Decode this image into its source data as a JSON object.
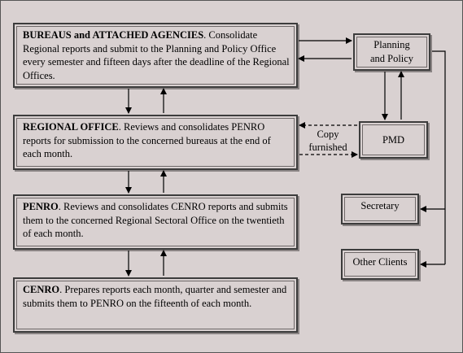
{
  "boxes": {
    "bureaus": {
      "title": "BUREAUS and ATTACHED AGENCIES",
      "text": ". Consolidate Regional reports and submit to the Planning and Policy Office every semester and fifteen days after the deadline of the Regional Offices."
    },
    "regional": {
      "title": "REGIONAL OFFICE",
      "text": ". Reviews and consolidates PENRO reports for submission to the concerned bureaus at the end of each month."
    },
    "penro": {
      "title": "PENRO",
      "text": ". Reviews and consolidates CENRO reports and submits them to the concerned Regional Sectoral Office on the twentieth of each month."
    },
    "cenro": {
      "title": "CENRO",
      "text": ". Prepares reports each month, quarter and semester and submits them to PENRO on the fifteenth of each month."
    },
    "planning": {
      "line1": "Planning",
      "line2": "and Policy"
    },
    "pmd": {
      "label": "PMD"
    },
    "secretary": {
      "label": "Secretary"
    },
    "other_clients": {
      "label": "Other Clients"
    }
  },
  "annotations": {
    "copy_furnished_line1": "Copy",
    "copy_furnished_line2": "furnished"
  }
}
